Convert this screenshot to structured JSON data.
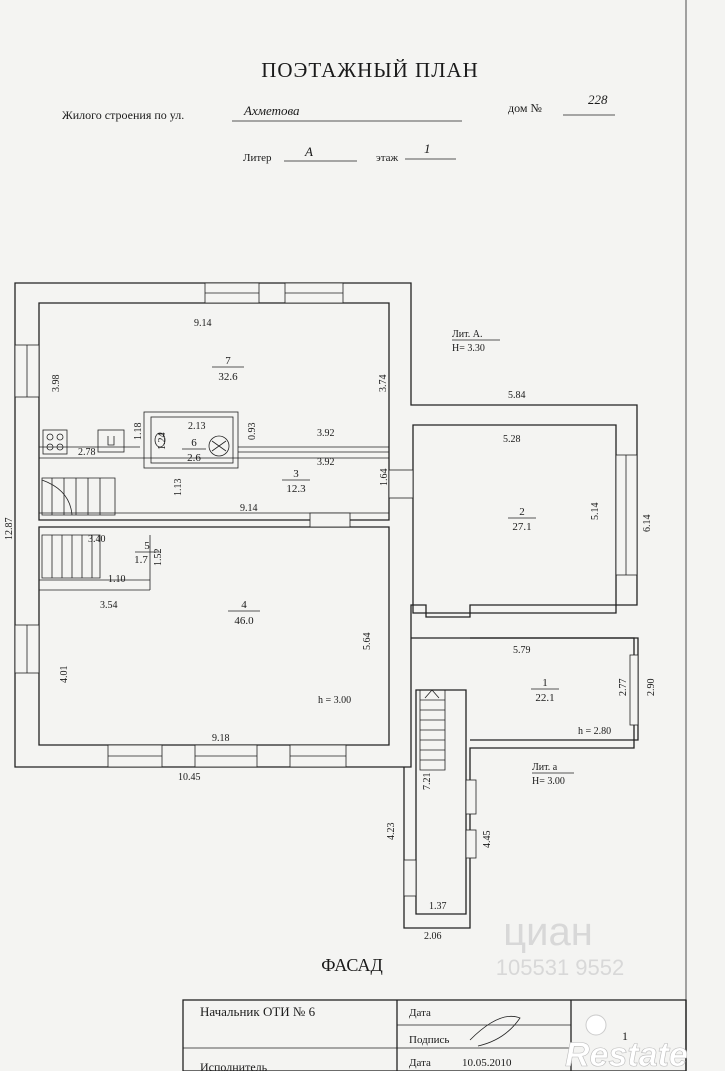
{
  "header": {
    "title": "ПОЭТАЖНЫЙ ПЛАН",
    "building_label": "Жилого строения по ул.",
    "street": "Ахметова",
    "house_label": "дом №",
    "house_number": "228",
    "liter_label": "Литер",
    "liter": "А",
    "floor_label": "этаж",
    "floor": "1"
  },
  "rooms": [
    {
      "number": "1",
      "area": "22.1"
    },
    {
      "number": "2",
      "area": "27.1"
    },
    {
      "number": "3",
      "area": "12.3"
    },
    {
      "number": "4",
      "area": "46.0"
    },
    {
      "number": "5",
      "area": "1.7"
    },
    {
      "number": "6",
      "area": "2.6"
    },
    {
      "number": "7",
      "area": "32.6"
    }
  ],
  "liter_a_main": {
    "label": "Лит. А.",
    "height": "H= 3.30"
  },
  "liter_a_annex": {
    "label": "Лит. а",
    "height": "H= 3.00"
  },
  "room_heights": {
    "room4": "h = 3.00",
    "room1": "h = 2.80"
  },
  "dimensions": {
    "d1": "9.14",
    "d2": "3.98",
    "d3": "3.74",
    "d4": "1.18",
    "d5": "2.13",
    "d6": "0.93",
    "d7": "3.92",
    "d8": "1.24",
    "d9": "2.78",
    "d10": "3.92",
    "d11": "1.13",
    "d12": "1.64",
    "d13": "9.14",
    "d14": "12.87",
    "d15": "3.40",
    "d16": "1.52",
    "d17": "1.10",
    "d18": "3.54",
    "d19": "5.64",
    "d20": "4.01",
    "d21": "9.18",
    "d22": "10.45",
    "d23": "5.84",
    "d24": "5.28",
    "d25": "5.14",
    "d26": "6.14",
    "d27": "5.79",
    "d28": "2.77",
    "d29": "2.90",
    "d30": "7.21",
    "d31": "4.23",
    "d32": "4.45",
    "d33": "1.37",
    "d34": "2.06"
  },
  "facade_label": "ФАСАД",
  "stamp": {
    "chief_label": "Начальник ОТИ № 6",
    "date_label_1": "Дата",
    "signature_label": "Подпись",
    "date_label_2": "Дата",
    "date_value": "10.05.2010",
    "executor_label": "Исполнитель",
    "sheet_number": "1"
  },
  "watermark": {
    "brand": "циан",
    "number": "105531 9552",
    "logo": "Restate"
  }
}
